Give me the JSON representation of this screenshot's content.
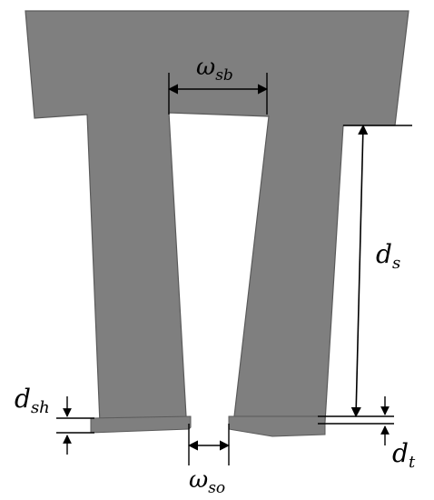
{
  "figure": {
    "labels": {
      "w_sb": {
        "base": "ω",
        "sub": "sb"
      },
      "d_s": {
        "base": "d",
        "sub": "s"
      },
      "d_sh": {
        "base": "d",
        "sub": "sh"
      },
      "d_t": {
        "base": "d",
        "sub": "t"
      },
      "w_so": {
        "base": "ω",
        "sub": "so"
      }
    },
    "colors": {
      "steel": "#7f7f7f",
      "edge": "#5a5a5a",
      "line": "#000000",
      "background": "#ffffff"
    }
  }
}
